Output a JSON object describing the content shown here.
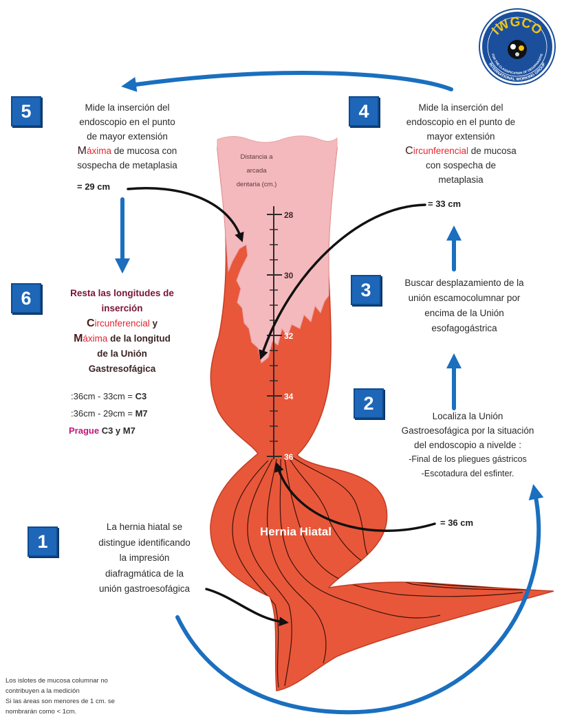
{
  "logo": {
    "acronym": "IWGCO",
    "tagline_outer": "INTERNATIONAL WORKING GROUP",
    "tagline_inner": "FOR THE CLASSIFICATION OF OESOPHAGITIS"
  },
  "steps": {
    "step_1": {
      "number": "1",
      "lines": [
        "La hernia hiatal se",
        "distingue identificando",
        "la impresión",
        "diafragmática de la",
        "unión gastroesofágica"
      ]
    },
    "step_2": {
      "number": "2",
      "lines": [
        "Localiza la Unión",
        "Gastroesofágica por la situación",
        "del endoscopio a nivelde :",
        "-Final de los pliegues gástricos",
        "-Escotadura del esfinter."
      ]
    },
    "step_3": {
      "number": "3",
      "lines": [
        "Buscar desplazamiento de la",
        "unión escamocolumnar por",
        "encima de la Unión",
        "esofagogástrica"
      ]
    },
    "step_4": {
      "number": "4",
      "lines": [
        "Mide la inserción del",
        "endoscopio en el punto de",
        "mayor extensión"
      ],
      "highlight": {
        "initial": "C",
        "rest": "ircunferencial",
        "after": " de mucosa"
      },
      "lines_after": [
        "con sospecha de",
        "metaplasia"
      ],
      "result": "= 33 cm"
    },
    "step_5": {
      "number": "5",
      "lines": [
        "Mide la inserción del",
        "endoscopio en el punto",
        "de mayor extensión"
      ],
      "highlight": {
        "initial": "M",
        "rest": "áxima",
        "after": " de mucosa con"
      },
      "lines_after": [
        "sospecha de metaplasia"
      ],
      "result": "= 29 cm"
    },
    "step_6": {
      "number": "6",
      "intro": [
        "Resta las longitudes de",
        "inserción"
      ],
      "c_line": {
        "initial": "C",
        "rest": "ircunferencial",
        "after": " y"
      },
      "m_line": {
        "initial": "M",
        "rest": "áxima",
        "after": " de la longitud"
      },
      "lines_after": [
        "de la Unión",
        "Gastresofágica"
      ],
      "calc": [
        {
          "text": ":36cm - 33cm = ",
          "code": "C3"
        },
        {
          "text": ":36cm - 29cm = ",
          "code": "M7"
        }
      ],
      "prague": {
        "label": "Prague",
        "value": " C3 y M7"
      }
    }
  },
  "diagram": {
    "ruler_title": [
      "Distancia a",
      "arcada",
      "dentaria (cm.)"
    ],
    "ruler_labels": [
      "28",
      "30",
      "32",
      "34",
      "36"
    ],
    "hernia_label": "Hernia Hiatal",
    "junction_result": "= 36 cm"
  },
  "footnote": [
    "Los islotes de mucosa columnar no",
    "contribuyen a la medición",
    "Si las áreas son menores de 1 cm. se",
    "nombrarán como < 1cm."
  ],
  "colors": {
    "arrow_blue": "#1a6fbf",
    "tissue_orange": "#e8573a",
    "mucosa_pink": "#f4b9bd",
    "highlight_red": "#e2262f",
    "prague_magenta": "#c0177a",
    "logo_blue": "#1b4f9c",
    "logo_yellow": "#f2c40f"
  }
}
